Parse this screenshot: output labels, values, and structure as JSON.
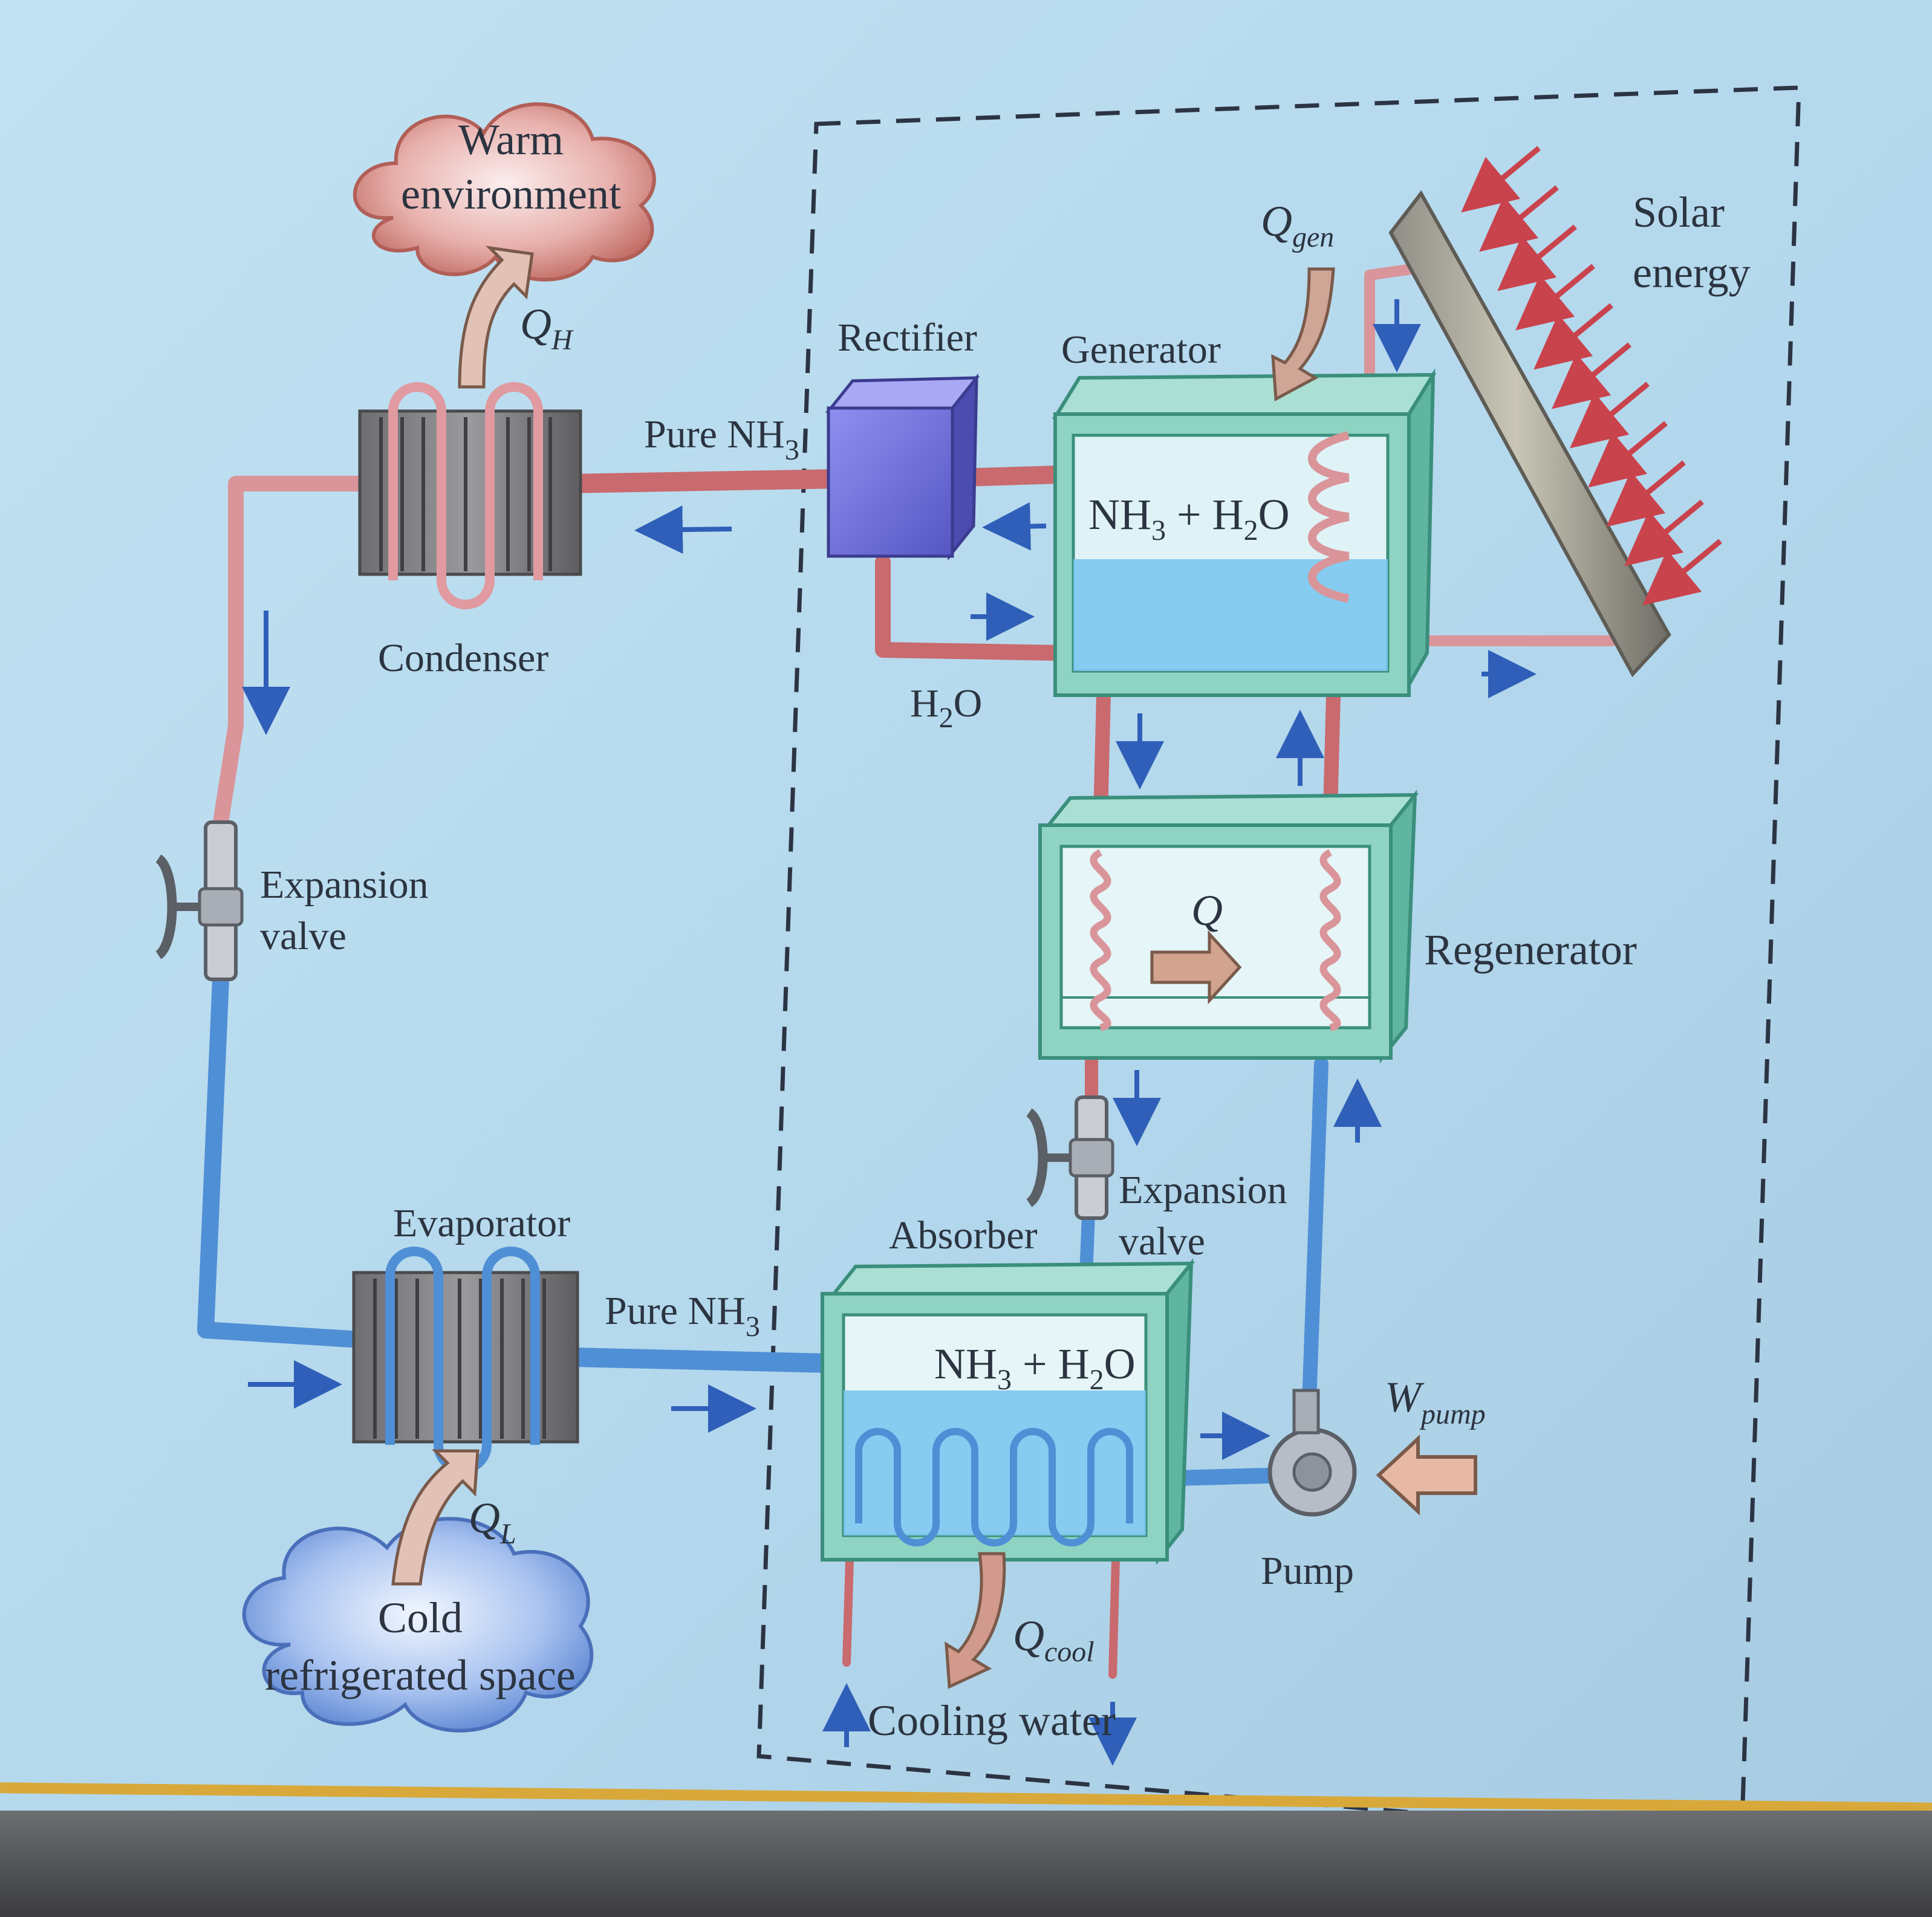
{
  "labels": {
    "warm_line1": "Warm",
    "warm_line2": "environment",
    "q_h": "Q",
    "q_h_sub": "H",
    "condenser": "Condenser",
    "pure_nh3_top": "Pure NH",
    "pure_nh3_top_sub": "3",
    "rectifier": "Rectifier",
    "generator": "Generator",
    "q_gen": "Q",
    "q_gen_sub": "gen",
    "solar_line1": "Solar",
    "solar_line2": "energy",
    "gen_mix_a": "NH",
    "gen_mix_sub3": "3",
    "gen_mix_b": " + H",
    "gen_mix_sub2": "2",
    "gen_mix_c": "O",
    "h2o_a": "H",
    "h2o_sub": "2",
    "h2o_b": "O",
    "exp_valve_left_1": "Expansion",
    "exp_valve_left_2": "valve",
    "regenerator": "Regenerator",
    "q_regen": "Q",
    "exp_valve_right_1": "Expansion",
    "exp_valve_right_2": "valve",
    "evaporator": "Evaporator",
    "pure_nh3_bottom": "Pure NH",
    "pure_nh3_bottom_sub": "3",
    "absorber": "Absorber",
    "abs_mix_a": "NH",
    "abs_mix_sub3": "3",
    "abs_mix_b": " + H",
    "abs_mix_sub2": "2",
    "abs_mix_c": "O",
    "w_pump": "W",
    "w_pump_sub": "pump",
    "pump": "Pump",
    "q_l": "Q",
    "q_l_sub": "L",
    "cold_line1": "Cold",
    "cold_line2": "refrigerated space",
    "q_cool": "Q",
    "q_cool_sub": "cool",
    "cooling_water": "Cooling water"
  },
  "colors": {
    "hot_pipe": "#c96a6e",
    "hot_pipe_light": "#e2a2a4",
    "cold_pipe": "#4f8fd6",
    "box_fill": "#8fd3c3",
    "box_edge": "#3a8f7c",
    "water": "#7cc6ee",
    "arrow_blue": "#2f5fb8",
    "solar_arrow": "#c9434d",
    "cloud_warm": "#c8706a",
    "cloud_cold": "#5f8ad6",
    "heat_arrow": "#c99a8a"
  }
}
